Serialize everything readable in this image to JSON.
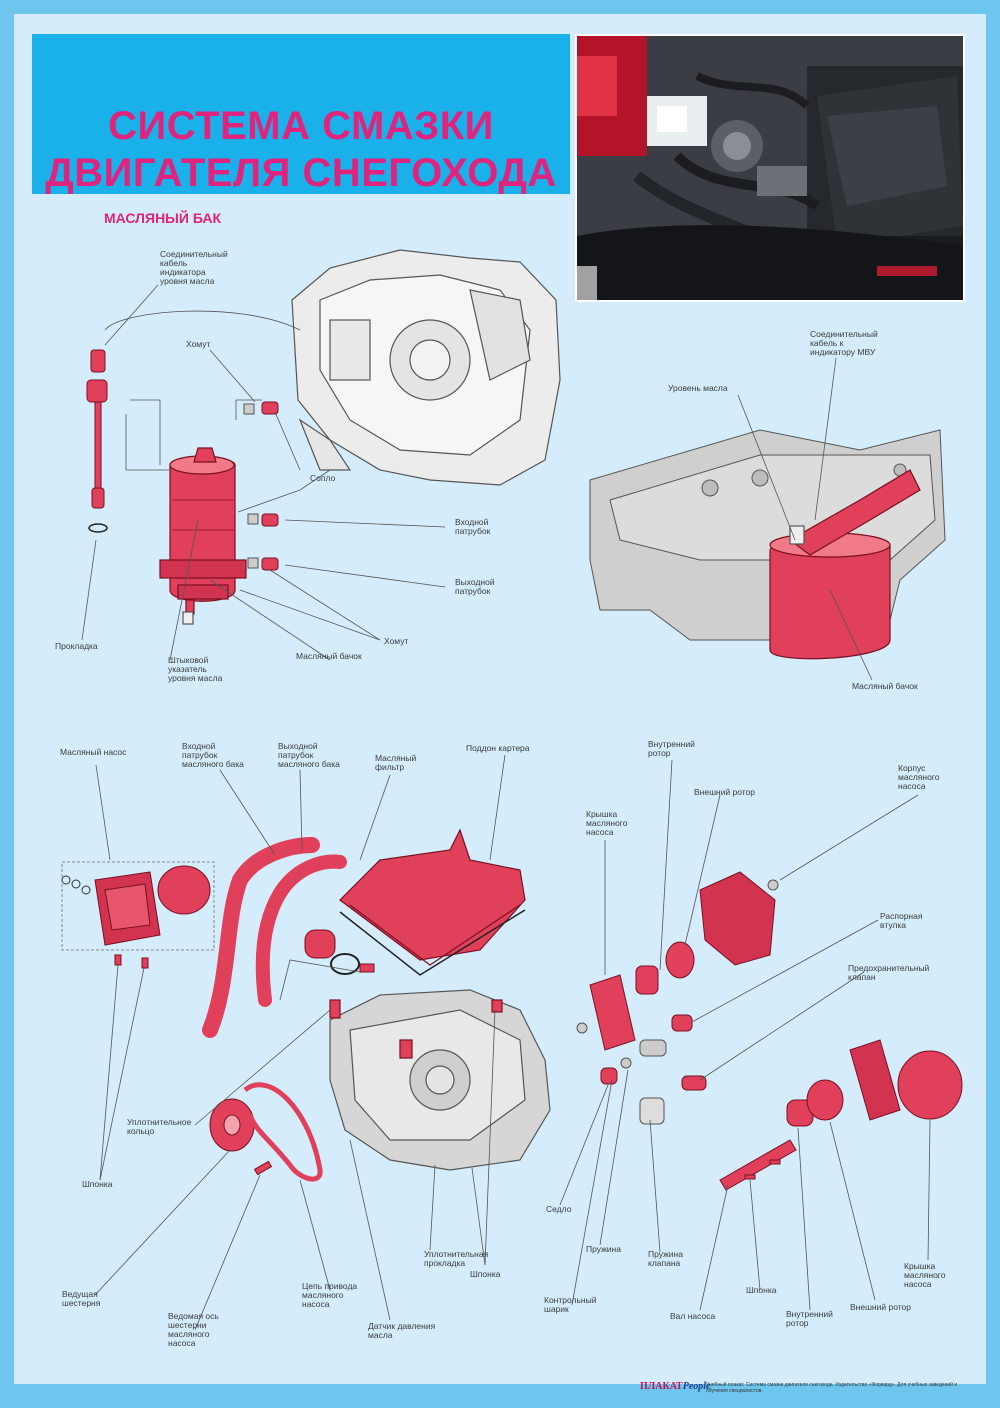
{
  "header": {
    "title_line1": "СИСТЕМА СМАЗКИ",
    "title_line2": "ДВИГАТЕЛЯ СНЕГОХОДА"
  },
  "section_title": "МАСЛЯНЫЙ БАК",
  "labels": {
    "connecting_cable": "Соединительный\nкабель\nиндикатора\nуровня масла",
    "clamp_top": "Хомут",
    "nozzle": "Сопло",
    "inlet_pipe": "Входной\nпатрубок",
    "outlet_pipe": "Выходной\nпатрубок",
    "clamp_bottom": "Хомут",
    "gasket": "Прокладка",
    "dipstick": "Штыковой\nуказатель\nуровня масла",
    "oil_tank": "Масляный бачок",
    "oil_level": "Уровень масла",
    "connecting_cable_mpu": "Соединительный\nкабель к\nиндикатору МВУ",
    "oil_tank_right": "Масляный бачок",
    "oil_pump": "Масляный насос",
    "tank_inlet_pipe": "Входной\nпатрубок\nмасляного бака",
    "tank_outlet_pipe": "Выходной\nпатрубок\nмасляного бака",
    "oil_filter": "Масляный\nфильтр",
    "oil_sump": "Поддон картера",
    "inner_rotor_top": "Внутренний\nротор",
    "outer_rotor_top": "Внешний ротор",
    "pump_body": "Корпус\nмасляного\nнасоса",
    "pump_cover_top": "Крышка\nмасляного\nнасоса",
    "spacer_bush": "Распорная\nвтулка",
    "relief_valve": "Предохранительный\nклапан",
    "sealing_ring": "Уплотнительное\nкольцо",
    "key_left": "Шпонка",
    "drive_gear": "Ведущая\nшестерня",
    "driven_gear": "Ведомая ось\nшестерни\nмасляного\nнасоса",
    "pump_drive_chain": "Цепь привода\nмасляного\nнасоса",
    "oil_pressure_sensor": "Датчик давления\nмасла",
    "sealing_gasket": "Уплотнительная\nпрокладка",
    "key_middle": "Шпонка",
    "seat": "Седло",
    "spring": "Пружина",
    "check_ball": "Контрольный\nшарик",
    "valve_spring": "Пружина\nклапана",
    "shaft": "Вал насоса",
    "key_right": "Шпонка",
    "inner_rotor_bottom": "Внутренний\nротор",
    "outer_rotor_bottom": "Внешний ротор",
    "pump_cover_bottom": "Крышка\nмасляного\nнасоса"
  },
  "footer": {
    "brand_main": "ПЛАКАТ",
    "brand_sub": "People",
    "note": "Учебный плакат. Система смазки двигателя снегохода. Издательство «Форвард». Для учебных заведений и обучения специалистов."
  },
  "colors": {
    "accent": "#e0237c",
    "title_background": "#1ab0ea",
    "panel_background": "#d4ecfb",
    "part_red": "#e0405a"
  }
}
